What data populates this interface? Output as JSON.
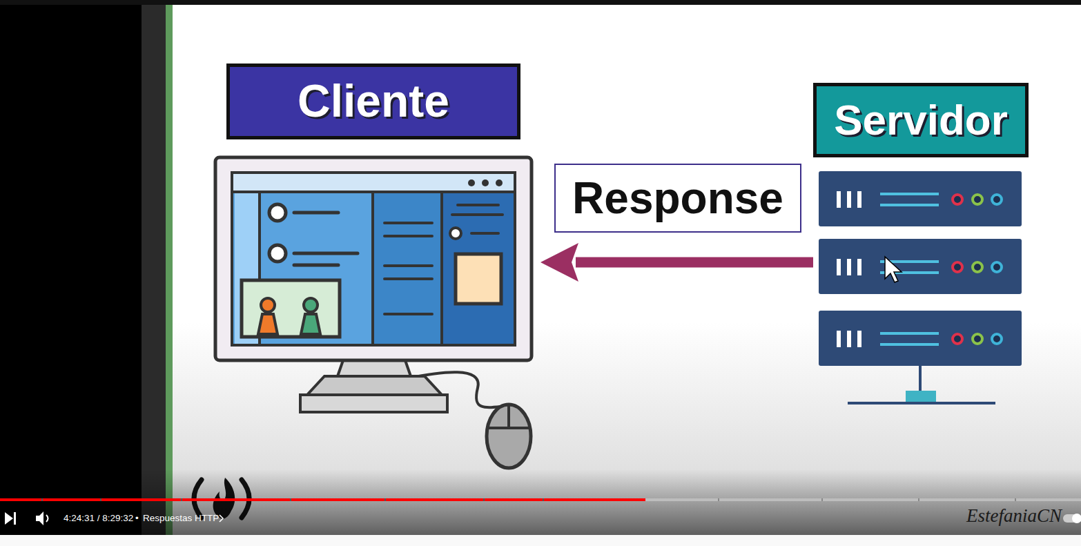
{
  "diagram": {
    "nodes": [
      {
        "text": [
          "Cliente"
        ]
      },
      {
        "text": [
          "Response"
        ]
      },
      {
        "text": [
          "Servidor"
        ]
      }
    ],
    "edges": [
      {
        "from": 2,
        "to": 0,
        "arrow": "to"
      }
    ],
    "labels": [
      "4:24:31 / 8:29:32",
      "•",
      "Respuestas HTTP",
      "EstefaniaCN"
    ]
  }
}
